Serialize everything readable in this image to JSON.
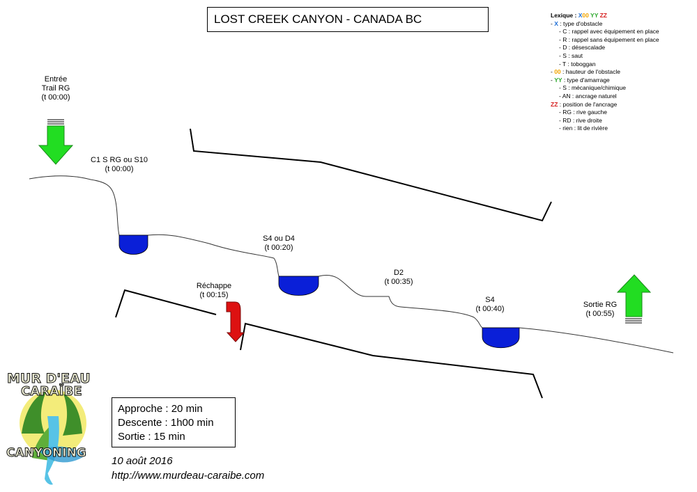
{
  "title": "LOST CREEK CANYON - CANADA BC",
  "legend": {
    "heading": "Lexique :",
    "heading_codes": [
      {
        "text": "X",
        "color": "#1f6fd6"
      },
      {
        "text": "00",
        "color": "#f2a500"
      },
      {
        "text": "YY",
        "color": "#2da82d"
      },
      {
        "text": "ZZ",
        "color": "#d61f1f"
      }
    ],
    "lines": [
      {
        "prefix": "- ",
        "code": "X",
        "code_color": "#1f6fd6",
        "text": " : type d'obstacle",
        "indent": false
      },
      {
        "prefix": "- ",
        "code": "",
        "code_color": "",
        "text": "C : rappel avec équipement en place",
        "indent": true
      },
      {
        "prefix": "- ",
        "code": "",
        "code_color": "",
        "text": "R : rappel sans équipement en place",
        "indent": true
      },
      {
        "prefix": "- ",
        "code": "",
        "code_color": "",
        "text": "D : désescalade",
        "indent": true
      },
      {
        "prefix": "- ",
        "code": "",
        "code_color": "",
        "text": "S : saut",
        "indent": true
      },
      {
        "prefix": "- ",
        "code": "",
        "code_color": "",
        "text": "T : toboggan",
        "indent": true
      },
      {
        "prefix": "- ",
        "code": "00",
        "code_color": "#f2a500",
        "text": " : hauteur de l'obstacle",
        "indent": false
      },
      {
        "prefix": "- ",
        "code": "YY",
        "code_color": "#2da82d",
        "text": " : type d'amarrage",
        "indent": false
      },
      {
        "prefix": "- ",
        "code": "",
        "code_color": "",
        "text": "S : mécanique/chimique",
        "indent": true
      },
      {
        "prefix": "- ",
        "code": "",
        "code_color": "",
        "text": "AN : ancrage naturel",
        "indent": true
      },
      {
        "prefix": "",
        "code": "ZZ",
        "code_color": "#d61f1f",
        "text": " : position de l'ancrage",
        "indent": false
      },
      {
        "prefix": "- ",
        "code": "",
        "code_color": "",
        "text": "RG : rive gauche",
        "indent": true
      },
      {
        "prefix": "- ",
        "code": "",
        "code_color": "",
        "text": "RD : rive droite",
        "indent": true
      },
      {
        "prefix": "- ",
        "code": "",
        "code_color": "",
        "text": "rien : lit de rivière",
        "indent": true
      }
    ]
  },
  "labels": {
    "entree": {
      "line1": "Entrée",
      "line2": "Trail RG",
      "line3": "(t 00:00)"
    },
    "c1": {
      "line1": "C1 S RG ou S10",
      "line2": "(t 00:00)"
    },
    "s4d4": {
      "line1": "S4 ou D4",
      "line2": "(t 00:20)"
    },
    "rechappe": {
      "line1": "Réchappe",
      "line2": "(t 00:15)"
    },
    "d2": {
      "line1": "D2",
      "line2": "(t 00:35)"
    },
    "s4": {
      "line1": "S4",
      "line2": "(t 00:40)"
    },
    "sortie": {
      "line1": "Sortie RG",
      "line2": "(t 00:55)"
    }
  },
  "summary": {
    "approche": "Approche : 20 min",
    "descente": "Descente : 1h00 min",
    "sortie": "Sortie : 15 min"
  },
  "date": "10 août 2016",
  "url": "http://www.murdeau-caraibe.com",
  "logo": {
    "top_text": "MUR D'EAU",
    "middle_text": "CARAÏBE",
    "bottom_text": "CANYONING"
  },
  "colors": {
    "pool": "#0a1fd8",
    "arrow_green": "#22dd22",
    "arrow_red": "#dd1111",
    "line": "#000000"
  }
}
